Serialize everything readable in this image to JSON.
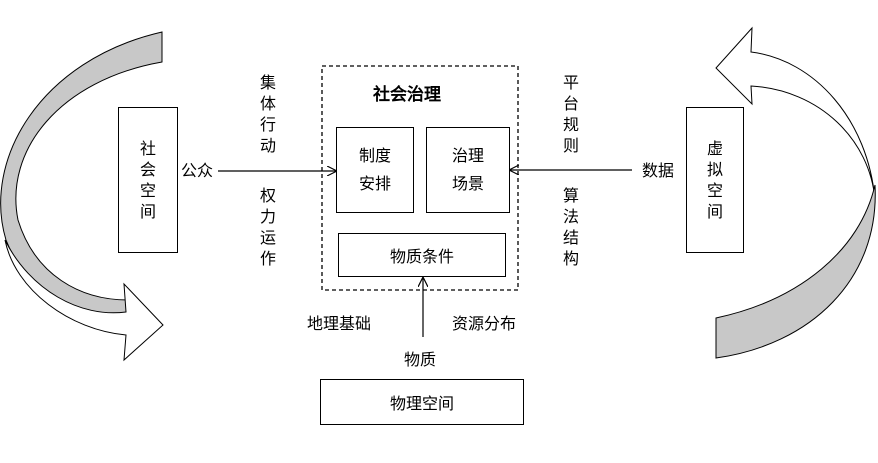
{
  "colors": {
    "stroke": "#000000",
    "curve_fill": "#c8c8c8",
    "box_fill": "#ffffff"
  },
  "social_space": {
    "label": "社会空间"
  },
  "virtual_space": {
    "label": "虚拟空间"
  },
  "physical_space": {
    "label": "物理空间"
  },
  "governance": {
    "title": "社会治理",
    "institution": "制度安排",
    "scene": "治理场景",
    "material_conditions": "物质条件"
  },
  "left_flow": {
    "public": "公众",
    "collective_action": "集体行动",
    "power_operation": "权力运作"
  },
  "right_flow": {
    "data": "数据",
    "platform_rules": "平台规则",
    "algorithm_structure": "算法结构"
  },
  "bottom_flow": {
    "material": "物质",
    "geographic_base": "地理基础",
    "resource_distribution": "资源分布"
  }
}
